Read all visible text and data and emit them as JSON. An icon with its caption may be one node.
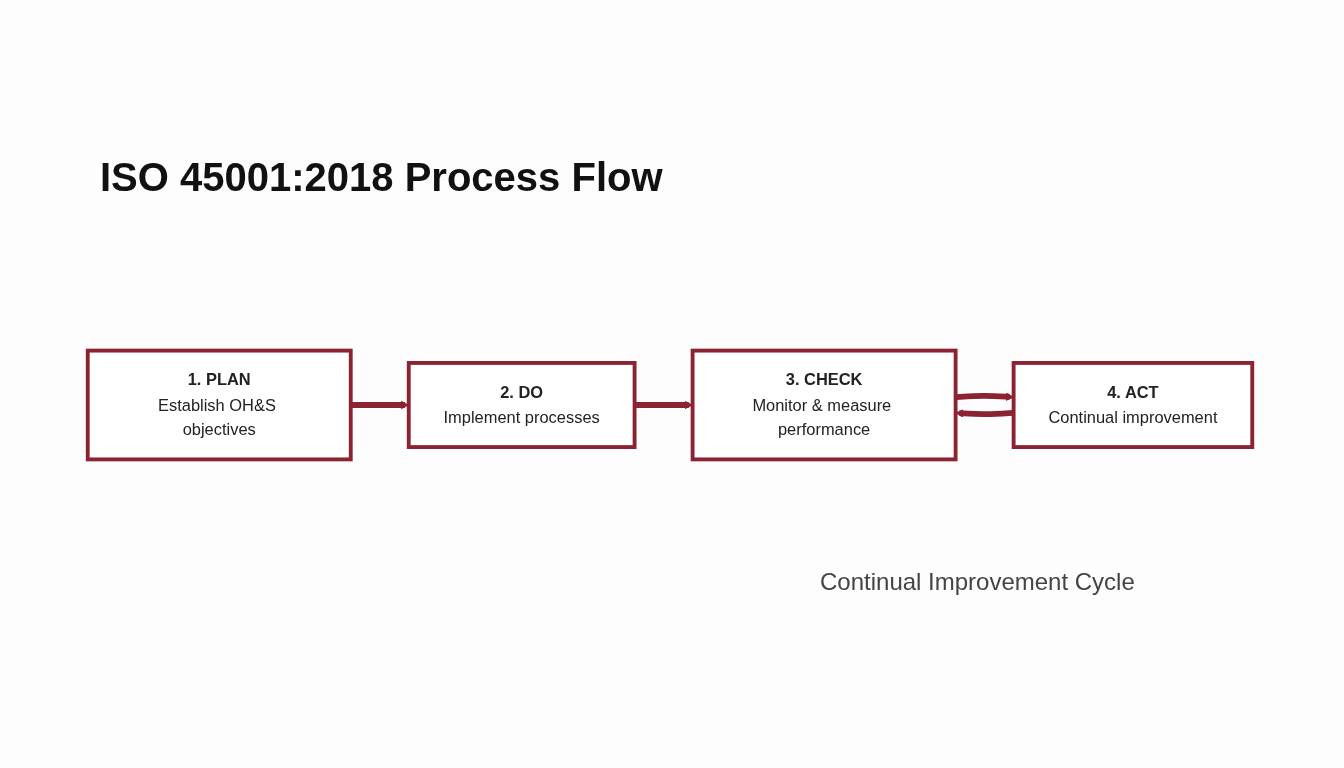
{
  "diagram": {
    "title": "ISO 45001:2018 Process Flow",
    "nodes": [
      {
        "text": [
          "1. PLAN",
          "Establish OH&S objectives"
        ]
      },
      {
        "text": [
          "2. DO",
          "Implement processes"
        ]
      },
      {
        "text": [
          "3. CHECK",
          "Monitor & measure performance"
        ]
      },
      {
        "text": [
          "4. ACT",
          "Continual improvement"
        ]
      }
    ],
    "edges": [
      {
        "from": 0,
        "to": 1,
        "arrow": "to"
      },
      {
        "from": 1,
        "to": 2,
        "arrow": "to"
      },
      {
        "from": 2,
        "to": 3,
        "arrow": "to"
      },
      {
        "from": 3,
        "to": 2,
        "arrow": "to"
      }
    ],
    "labels": [
      "Continual Improvement Cycle"
    ]
  }
}
